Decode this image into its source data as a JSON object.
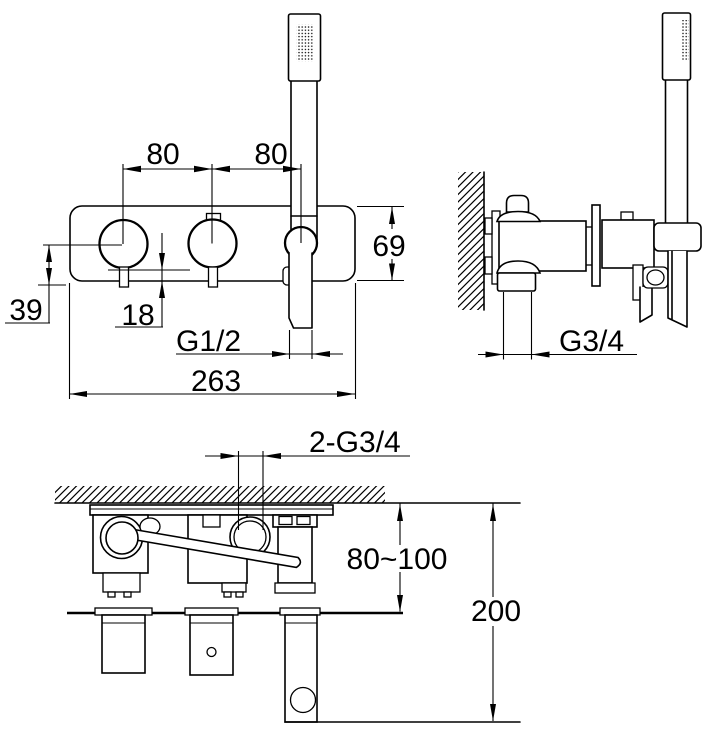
{
  "dims": {
    "front_spacing_left": "80",
    "front_spacing_right": "80",
    "front_plate_height": "69",
    "front_center_offset": "39",
    "front_lever_offset": "18",
    "front_hose_thread": "G1/2",
    "front_plate_width": "263",
    "side_outlet_thread": "G3/4",
    "plan_inlet_threads": "2-G3/4",
    "plan_mount_depth_range": "80~100",
    "plan_total_depth": "200"
  },
  "colors": {
    "line": "#000000",
    "background": "#ffffff"
  }
}
